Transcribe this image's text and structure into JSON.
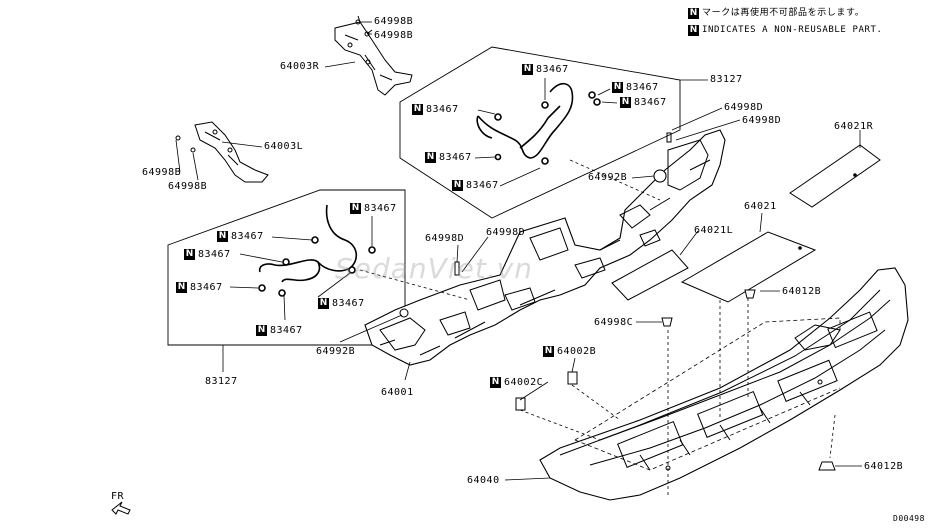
{
  "legend": {
    "line1": "マークは再使用不可部品を示します。",
    "line2": "INDICATES A NON-REUSABLE PART.",
    "badge": "N"
  },
  "watermark": "SedanViet.vn",
  "direction_label": "FR",
  "drawing_code": "D00498",
  "labels": {
    "p64998B_a": "64998B",
    "p64998B_b": "64998B",
    "p64003R": "64003R",
    "p83127_top": "83127",
    "p83467_t1": "83467",
    "p83467_t2": "83467",
    "p83467_t3": "83467",
    "p83467_t4": "83467",
    "p83467_t5": "83467",
    "p83467_t6": "83467",
    "p64998D_a": "64998D",
    "p64998D_b": "64998D",
    "p64021R": "64021R",
    "p64003L": "64003L",
    "p64998B_c": "64998B",
    "p64998B_d": "64998B",
    "p64992B_top": "64992B",
    "p64021": "64021",
    "p64021L": "64021L",
    "p83467_l1": "83467",
    "p83467_l2": "83467",
    "p83467_l3": "83467",
    "p83467_l4": "83467",
    "p83467_l5": "83467",
    "p83467_l6": "83467",
    "p64998D_c": "64998D",
    "p64998D_d": "64998D",
    "p64012B_a": "64012B",
    "p64998C": "64998C",
    "p64992B_bot": "64992B",
    "p64002B": "64002B",
    "p64002C": "64002C",
    "p64001": "64001",
    "p83127_bot": "83127",
    "p64040": "64040",
    "p64012B_b": "64012B"
  }
}
